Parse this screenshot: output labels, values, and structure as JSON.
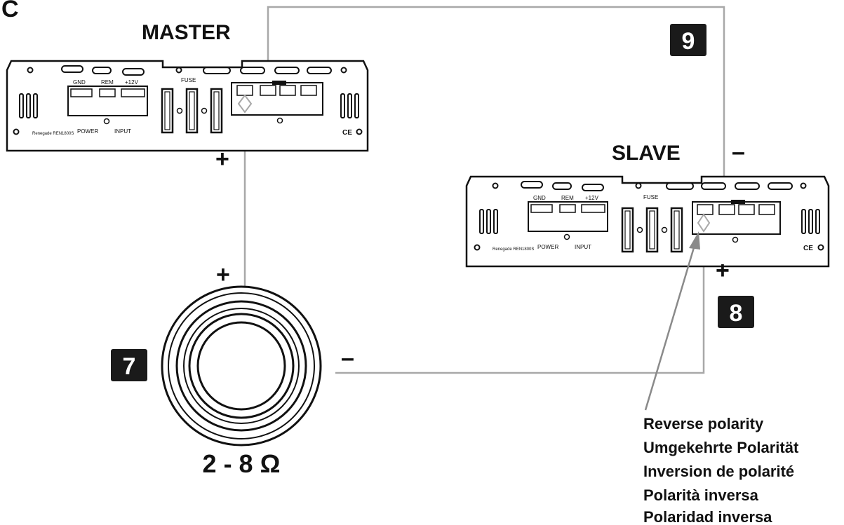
{
  "figure_letter": "C",
  "master": {
    "title": "MASTER",
    "terminal_labels": [
      "GND",
      "REM",
      "+12V"
    ],
    "fuse_label": "FUSE",
    "power_label": "POWER",
    "input_label": "INPUT",
    "ce_mark": "CE",
    "logo": "Renegade REN1800S"
  },
  "slave": {
    "title": "SLAVE",
    "terminal_labels": [
      "GND",
      "REM",
      "+12V"
    ],
    "fuse_label": "FUSE",
    "power_label": "POWER",
    "input_label": "INPUT",
    "ce_mark": "CE",
    "logo": "Renegade REN1800S"
  },
  "signs": {
    "master_plus": "+",
    "speaker_plus": "+",
    "speaker_minus": "–",
    "slave_minus": "–",
    "slave_plus": "+"
  },
  "badges": {
    "b7": "7",
    "b8": "8",
    "b9": "9"
  },
  "speaker": {
    "impedance": "2 - 8 Ω"
  },
  "callout": {
    "lines": [
      "Reverse polarity",
      "Umgekehrte Polarität",
      "Inversion de polarité",
      "Polarità inversa",
      "Polaridad inversa"
    ]
  },
  "colors": {
    "line": "#111111",
    "wire": "#a8a8a8",
    "badge_bg": "#1a1a1a",
    "badge_text": "#ffffff"
  }
}
